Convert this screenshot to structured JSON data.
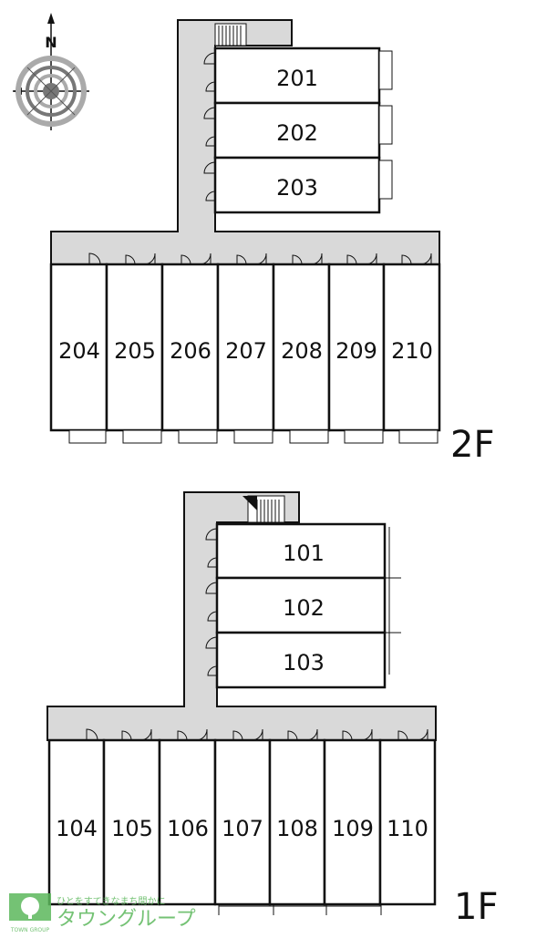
{
  "compass": {
    "north_label": "N",
    "icon": "compass-rose-icon"
  },
  "floors": [
    {
      "id": "2F",
      "label": "2F",
      "upper_rooms": [
        "201",
        "202",
        "203"
      ],
      "lower_rooms": [
        "204",
        "205",
        "206",
        "207",
        "208",
        "209",
        "210"
      ]
    },
    {
      "id": "1F",
      "label": "1F",
      "upper_rooms": [
        "101",
        "102",
        "103"
      ],
      "lower_rooms": [
        "104",
        "105",
        "106",
        "107",
        "108",
        "109",
        "110"
      ]
    }
  ],
  "logo": {
    "tagline": "ひとをすてきなまち間かに",
    "name": "タウングループ",
    "sub": "TOWN GROUP",
    "icon": "tree-logo-icon",
    "color": "#5cb85c"
  },
  "colors": {
    "corridor": "#d9d9d9",
    "wall": "#111111",
    "room": "#ffffff"
  }
}
